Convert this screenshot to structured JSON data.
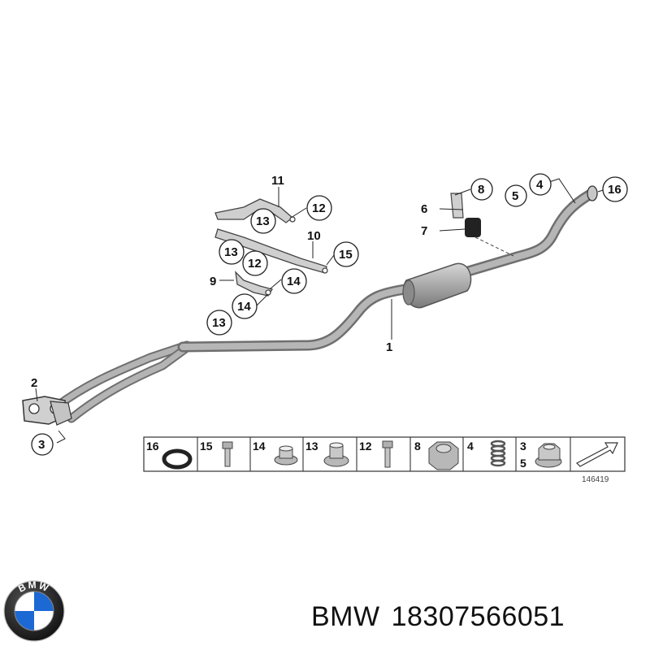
{
  "callouts": [
    "1",
    "2",
    "3",
    "4",
    "5",
    "6",
    "7",
    "8",
    "9",
    "10",
    "11",
    "12",
    "12",
    "13",
    "13",
    "13",
    "14",
    "14",
    "15",
    "16"
  ],
  "legend": {
    "items": [
      "16",
      "15",
      "14",
      "13",
      "12",
      "8",
      "4",
      "3",
      "5"
    ],
    "reference": "146419"
  },
  "brand": {
    "name": "BMW",
    "part_number": "18307566051",
    "logo_text": "BMW"
  },
  "colors": {
    "pipe": "#a9a9a9",
    "pipe_outline": "#6f6f6f",
    "logo_blue": "#1c69d4",
    "logo_ring": "#1a1a1a"
  }
}
